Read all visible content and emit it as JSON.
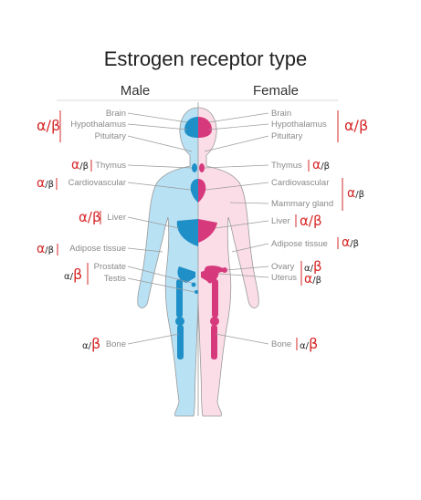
{
  "title": "Estrogen receptor type",
  "headers": {
    "male": "Male",
    "female": "Female"
  },
  "labels": {
    "m_brain": "Brain",
    "m_hypo": "Hypothalamus",
    "m_pit": "Pituitary",
    "m_thymus": "Thymus",
    "m_cardio": "Cardiovascular",
    "m_liver": "Liver",
    "m_adipose": "Adipose tissue",
    "m_prostate": "Prostate",
    "m_testis": "Testis",
    "m_bone": "Bone",
    "f_brain": "Brain",
    "f_hypo": "Hypothalamus",
    "f_pit": "Pituitary",
    "f_thymus": "Thymus",
    "f_cardio": "Cardiovascular",
    "f_mammary": "Mammary gland",
    "f_liver": "Liver",
    "f_adipose": "Adipose tissue",
    "f_ovary": "Ovary",
    "f_uterus": "Uterus",
    "f_bone": "Bone"
  },
  "receptor": {
    "alpha": "α",
    "slash": "/",
    "beta": "β"
  },
  "colors": {
    "male_body": "#b9e1f4",
    "female_body": "#fbdde8",
    "male_organ": "#1f8fc7",
    "female_organ": "#d63a7c",
    "accent": "#d62828"
  }
}
